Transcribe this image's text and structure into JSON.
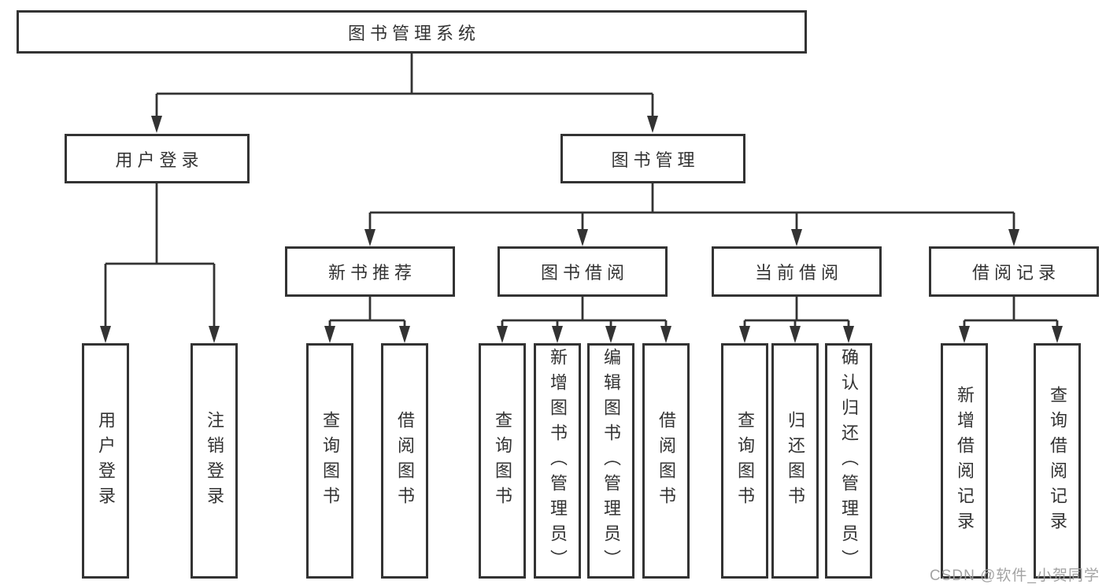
{
  "tree": {
    "root": "图书管理系统",
    "children": [
      {
        "label": "用户登录",
        "children": [
          "用户登录",
          "注销登录"
        ]
      },
      {
        "label": "图书管理",
        "children": [
          {
            "label": "新书推荐",
            "children": [
              "查询图书",
              "借阅图书"
            ]
          },
          {
            "label": "图书借阅",
            "children": [
              "查询图书",
              "新增图书（管理员）",
              "编辑图书（管理员）",
              "借阅图书"
            ]
          },
          {
            "label": "当前借阅",
            "children": [
              "查询图书",
              "归还图书",
              "确认归还（管理员）"
            ]
          },
          {
            "label": "借阅记录",
            "children": [
              "新增借阅记录",
              "查询借阅记录"
            ]
          }
        ]
      }
    ]
  },
  "watermark": "CSDN @软件_小贺同学",
  "colors": {
    "line": "#333333",
    "text": "#333333",
    "box_background": "#ffffff",
    "watermark": "#9e9e9e",
    "background": "#ffffff"
  }
}
